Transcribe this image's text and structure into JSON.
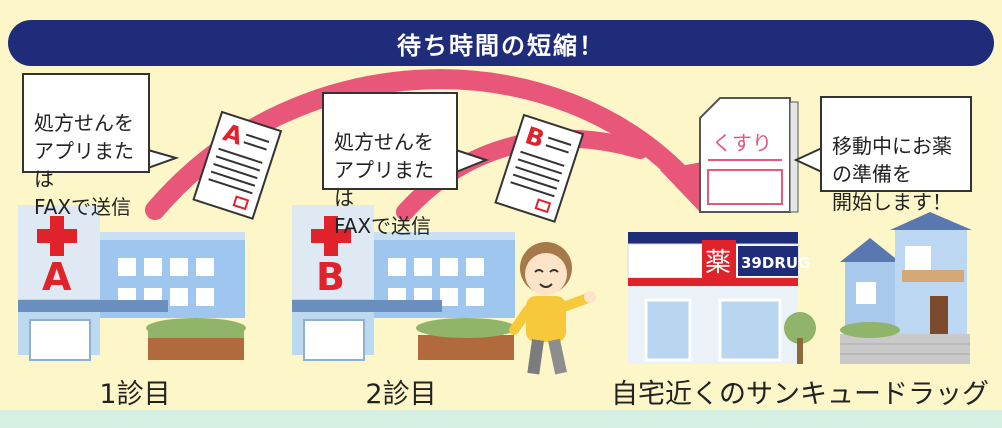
{
  "banner": {
    "title": "待ち時間の短縮！"
  },
  "bubbles": {
    "clinic_a": "処方せんを\nアプリまたは\nFAXで送信",
    "clinic_b": "処方せんを\nアプリまたは\nFAXで送信",
    "pharmacy": "移動中にお薬\nの準備を\n開始します！"
  },
  "documents": {
    "a_letter": "A",
    "b_letter": "B"
  },
  "clinics": {
    "a": {
      "letter": "A",
      "label": "1診目"
    },
    "b": {
      "letter": "B",
      "label": "2診目"
    }
  },
  "medicine_bag": {
    "text": "くすり"
  },
  "pharmacy": {
    "sign_kanji": "薬",
    "sign_name": "39DRUG",
    "label": "自宅近くのサンキュードラッグ"
  },
  "colors": {
    "banner": "#1e2c7a",
    "arrow": "#e8567a",
    "cross": "#e0232b",
    "building": "#9fc6ee",
    "pharmacy_sign": "#1e2c7a",
    "background": "#fdf6c8"
  }
}
